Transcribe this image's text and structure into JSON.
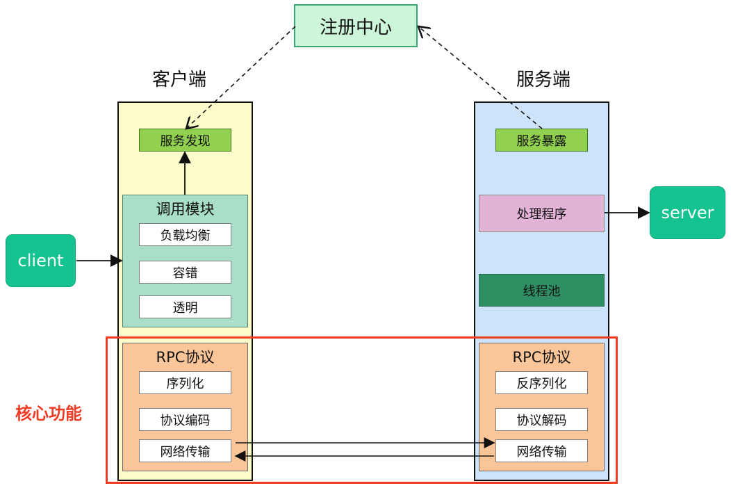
{
  "registry": {
    "label": "注册中心"
  },
  "client_side": {
    "title": "客户端",
    "service_discovery": "服务发现",
    "invoke_module": {
      "title": "调用模块",
      "items": [
        "负载均衡",
        "容错",
        "透明"
      ]
    },
    "rpc_protocol": {
      "title": "RPC协议",
      "items": [
        "序列化",
        "协议编码",
        "网络传输"
      ]
    }
  },
  "server_side": {
    "title": "服务端",
    "service_exposure": "服务暴露",
    "handler": "处理程序",
    "thread_pool": "线程池",
    "rpc_protocol": {
      "title": "RPC协议",
      "items": [
        "反序列化",
        "协议解码",
        "网络传输"
      ]
    }
  },
  "actors": {
    "client": "client",
    "server": "server"
  },
  "core_label": "核心功能",
  "colors": {
    "client_column": "#fbfcc9",
    "server_column": "#cde3fa",
    "registry": "#ccf5d9",
    "service_box": "#92d050",
    "invoke_module": "#a9dfc9",
    "rpc_protocol": "#fac598",
    "handler": "#e2b3d6",
    "thread_pool": "#2f8f63",
    "actor_pill": "#14c38f",
    "core_frame": "#ef3b24"
  }
}
